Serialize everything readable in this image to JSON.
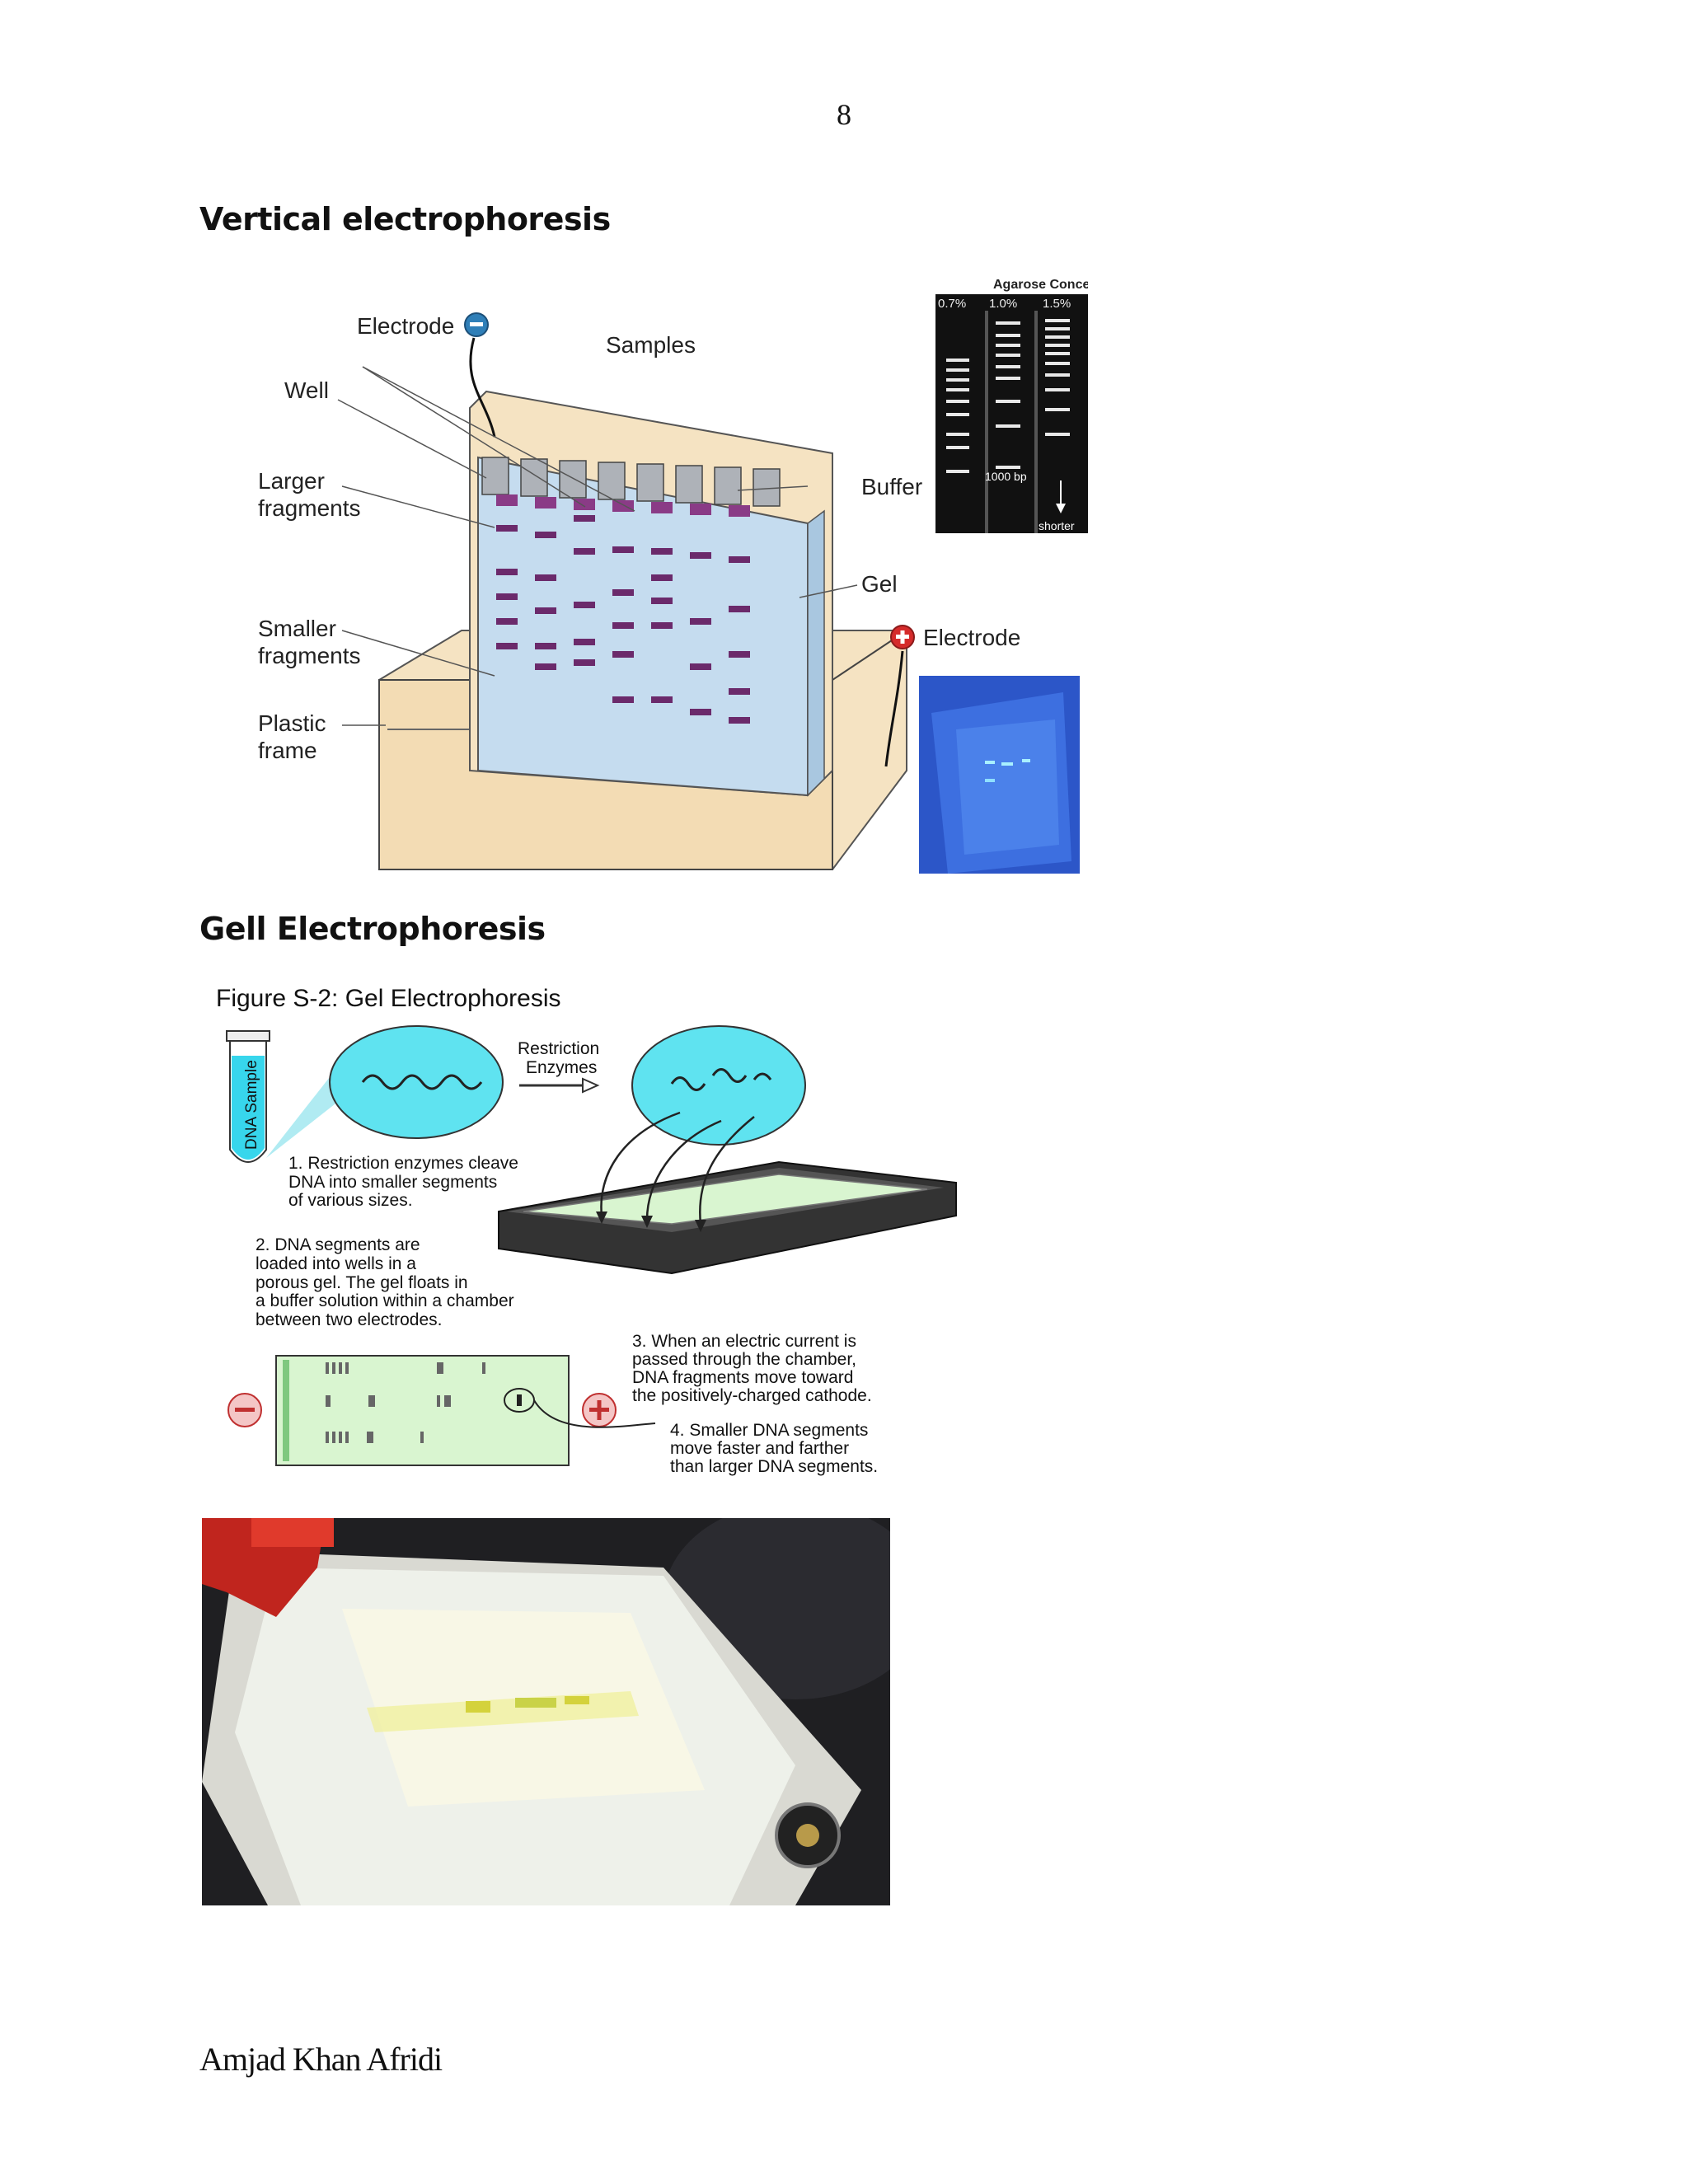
{
  "page": {
    "number": "8",
    "footer": "Amjad Khan Afridi"
  },
  "section1": {
    "heading": "Vertical electrophoresis",
    "labels": {
      "electrode_top": "Electrode",
      "samples": "Samples",
      "well": "Well",
      "larger_1": "Larger",
      "larger_2": "fragments",
      "buffer": "Buffer",
      "gel": "Gel",
      "smaller_1": "Smaller",
      "smaller_2": "fragments",
      "electrode_bottom": "Electrode",
      "plastic_1": "Plastic",
      "plastic_2": "frame"
    },
    "inset": {
      "title": "Agarose Concentration",
      "lanes": [
        "0.7%",
        "1.0%",
        "1.5%"
      ],
      "marker": "1000 bp",
      "arrow_label": "shorter"
    }
  },
  "section2": {
    "heading": "Gell Electrophoresis",
    "figure_title": "Figure S-2: Gel Electrophoresis",
    "tube_label": "DNA Sample",
    "enzymes_1": "Restriction",
    "enzymes_2": "Enzymes",
    "step1": [
      "1. Restriction enzymes cleave",
      "DNA into smaller segments",
      "of various sizes."
    ],
    "step2": [
      "2. DNA segments are",
      "loaded into wells in a",
      "porous gel.  The gel floats in",
      "a buffer solution within a chamber",
      "between two electrodes."
    ],
    "step3": [
      "3. When an electric current is",
      "passed through the chamber,",
      "DNA fragments move toward",
      "the positively-charged cathode."
    ],
    "step4": [
      "4. Smaller DNA segments",
      "move faster and farther",
      "than larger DNA segments."
    ]
  },
  "colors": {
    "gel_blue": "#c5dcef",
    "buffer_tan": "#f5e3c2",
    "band_purple": "#6b2a6b",
    "cyan": "#5fe3f0",
    "gel_green": "#d9f5d0"
  }
}
